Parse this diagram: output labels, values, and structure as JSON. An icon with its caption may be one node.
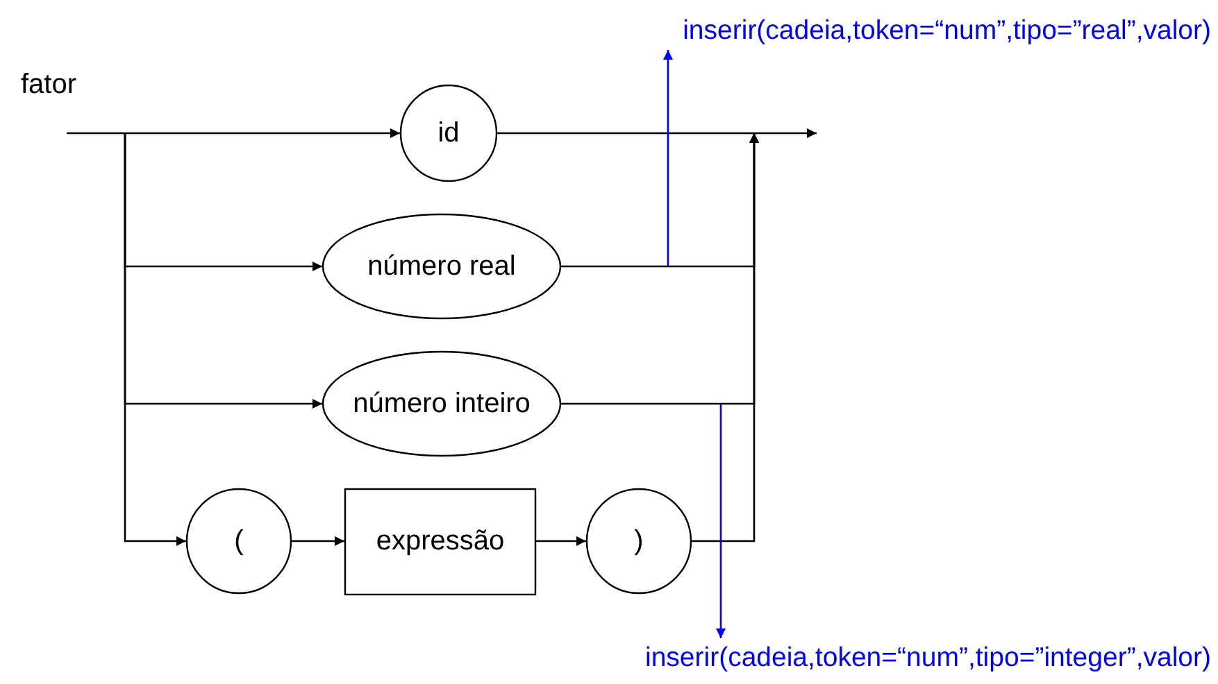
{
  "diagram": {
    "nodes": [
      {
        "text": [
          "id"
        ]
      },
      {
        "text": [
          "número real"
        ]
      },
      {
        "text": [
          "número inteiro"
        ]
      },
      {
        "text": [
          "("
        ]
      },
      {
        "text": [
          "expressão"
        ]
      },
      {
        "text": [
          ")"
        ]
      },
      {
        "text": [
          "inserir(cadeia,token=“num”,tipo=”real”,valor)"
        ]
      },
      {
        "text": [
          "inserir(cadeia,token=“num”,tipo=”integer”,valor)"
        ]
      }
    ],
    "edges": [
      {
        "from": null,
        "to": 0,
        "arrow": "to"
      },
      {
        "from": null,
        "to": 1,
        "arrow": "to"
      },
      {
        "from": null,
        "to": 2,
        "arrow": "to"
      },
      {
        "from": null,
        "to": 3,
        "arrow": "to"
      },
      {
        "from": 3,
        "to": 4,
        "arrow": "to"
      },
      {
        "from": 4,
        "to": 5,
        "arrow": "to"
      },
      {
        "from": 0,
        "to": null,
        "arrow": "to"
      },
      {
        "from": 1,
        "to": null,
        "arrow": "to"
      },
      {
        "from": 2,
        "to": null,
        "arrow": "to"
      },
      {
        "from": 5,
        "to": null,
        "arrow": "to"
      },
      {
        "from": null,
        "to": 6,
        "arrow": "to",
        "color": "#0000ff"
      },
      {
        "from": null,
        "to": 7,
        "arrow": "to",
        "color": "#0000ff"
      }
    ],
    "labels": [
      "fator"
    ]
  }
}
